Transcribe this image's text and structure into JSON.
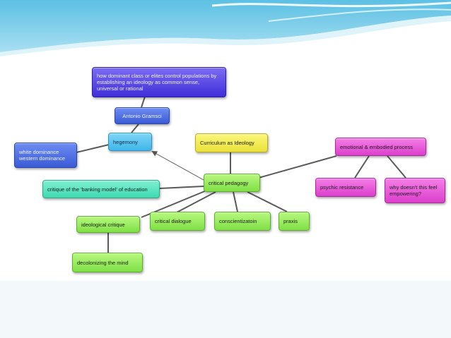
{
  "nodes": {
    "dominant": "how dominant class or elites control populations by establishing an ideology as common sense, universal or rational",
    "gramsci": "Antonio Gramsci",
    "hegemony": "hegemony",
    "white_dominance_1": "white dominance",
    "white_dominance_2": "western dominance",
    "curriculum": "Curriculum as Ideology",
    "critical_pedagogy": "critical pedagogy",
    "banking": "critique of the 'banking model' of education",
    "ideological_critique": "ideological critique",
    "decolonizing": "decolonizing the mind",
    "critical_dialogue": "critical dialogue",
    "conscientization": "conscientizatoin",
    "praxis": "praxis",
    "emotional": "emotional & embodied process",
    "psychic": "psychic resistance",
    "empowering": "why doesn't this feel empowering?"
  },
  "colors": {
    "purple": "#3f2fd8",
    "blue": "#3a5bd6",
    "cyan": "#3fb6ea",
    "yellow": "#ebe13a",
    "green": "#7fe045",
    "teal": "#3fd9b2",
    "magenta": "#dc3fcc",
    "link": "#555555",
    "header_wave": "#4fb3dc"
  }
}
